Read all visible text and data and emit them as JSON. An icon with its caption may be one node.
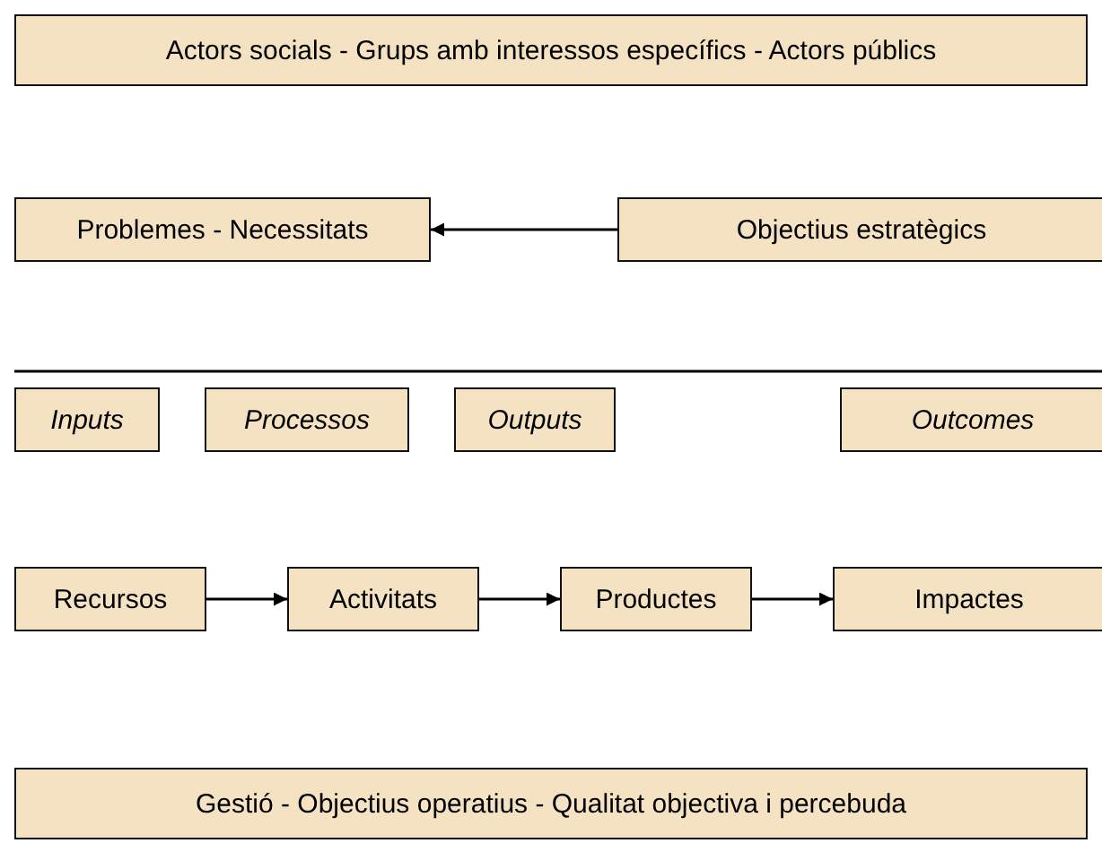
{
  "diagram": {
    "nodes": [
      {
        "text": [
          "Actors socials - Grups amb interessos específics - Actors públics"
        ]
      },
      {
        "text": [
          "Problemes - Necessitats"
        ]
      },
      {
        "text": [
          "Objectius estratègics"
        ]
      },
      {
        "text": [
          "Inputs"
        ]
      },
      {
        "text": [
          "Processos"
        ]
      },
      {
        "text": [
          "Outputs"
        ]
      },
      {
        "text": [
          "Outcomes"
        ]
      },
      {
        "text": [
          "Recursos"
        ]
      },
      {
        "text": [
          "Activitats"
        ]
      },
      {
        "text": [
          "Productes"
        ]
      },
      {
        "text": [
          "Impactes"
        ]
      },
      {
        "text": [
          "Gestió - Objectius operatius - Qualitat objectiva i percebuda"
        ]
      }
    ],
    "edges": [
      {
        "from": 2,
        "to": 1,
        "arrow": "to"
      },
      {
        "from": 7,
        "to": 8,
        "arrow": "to"
      },
      {
        "from": 8,
        "to": 9,
        "arrow": "to"
      },
      {
        "from": 9,
        "to": 10,
        "arrow": "to"
      }
    ]
  }
}
